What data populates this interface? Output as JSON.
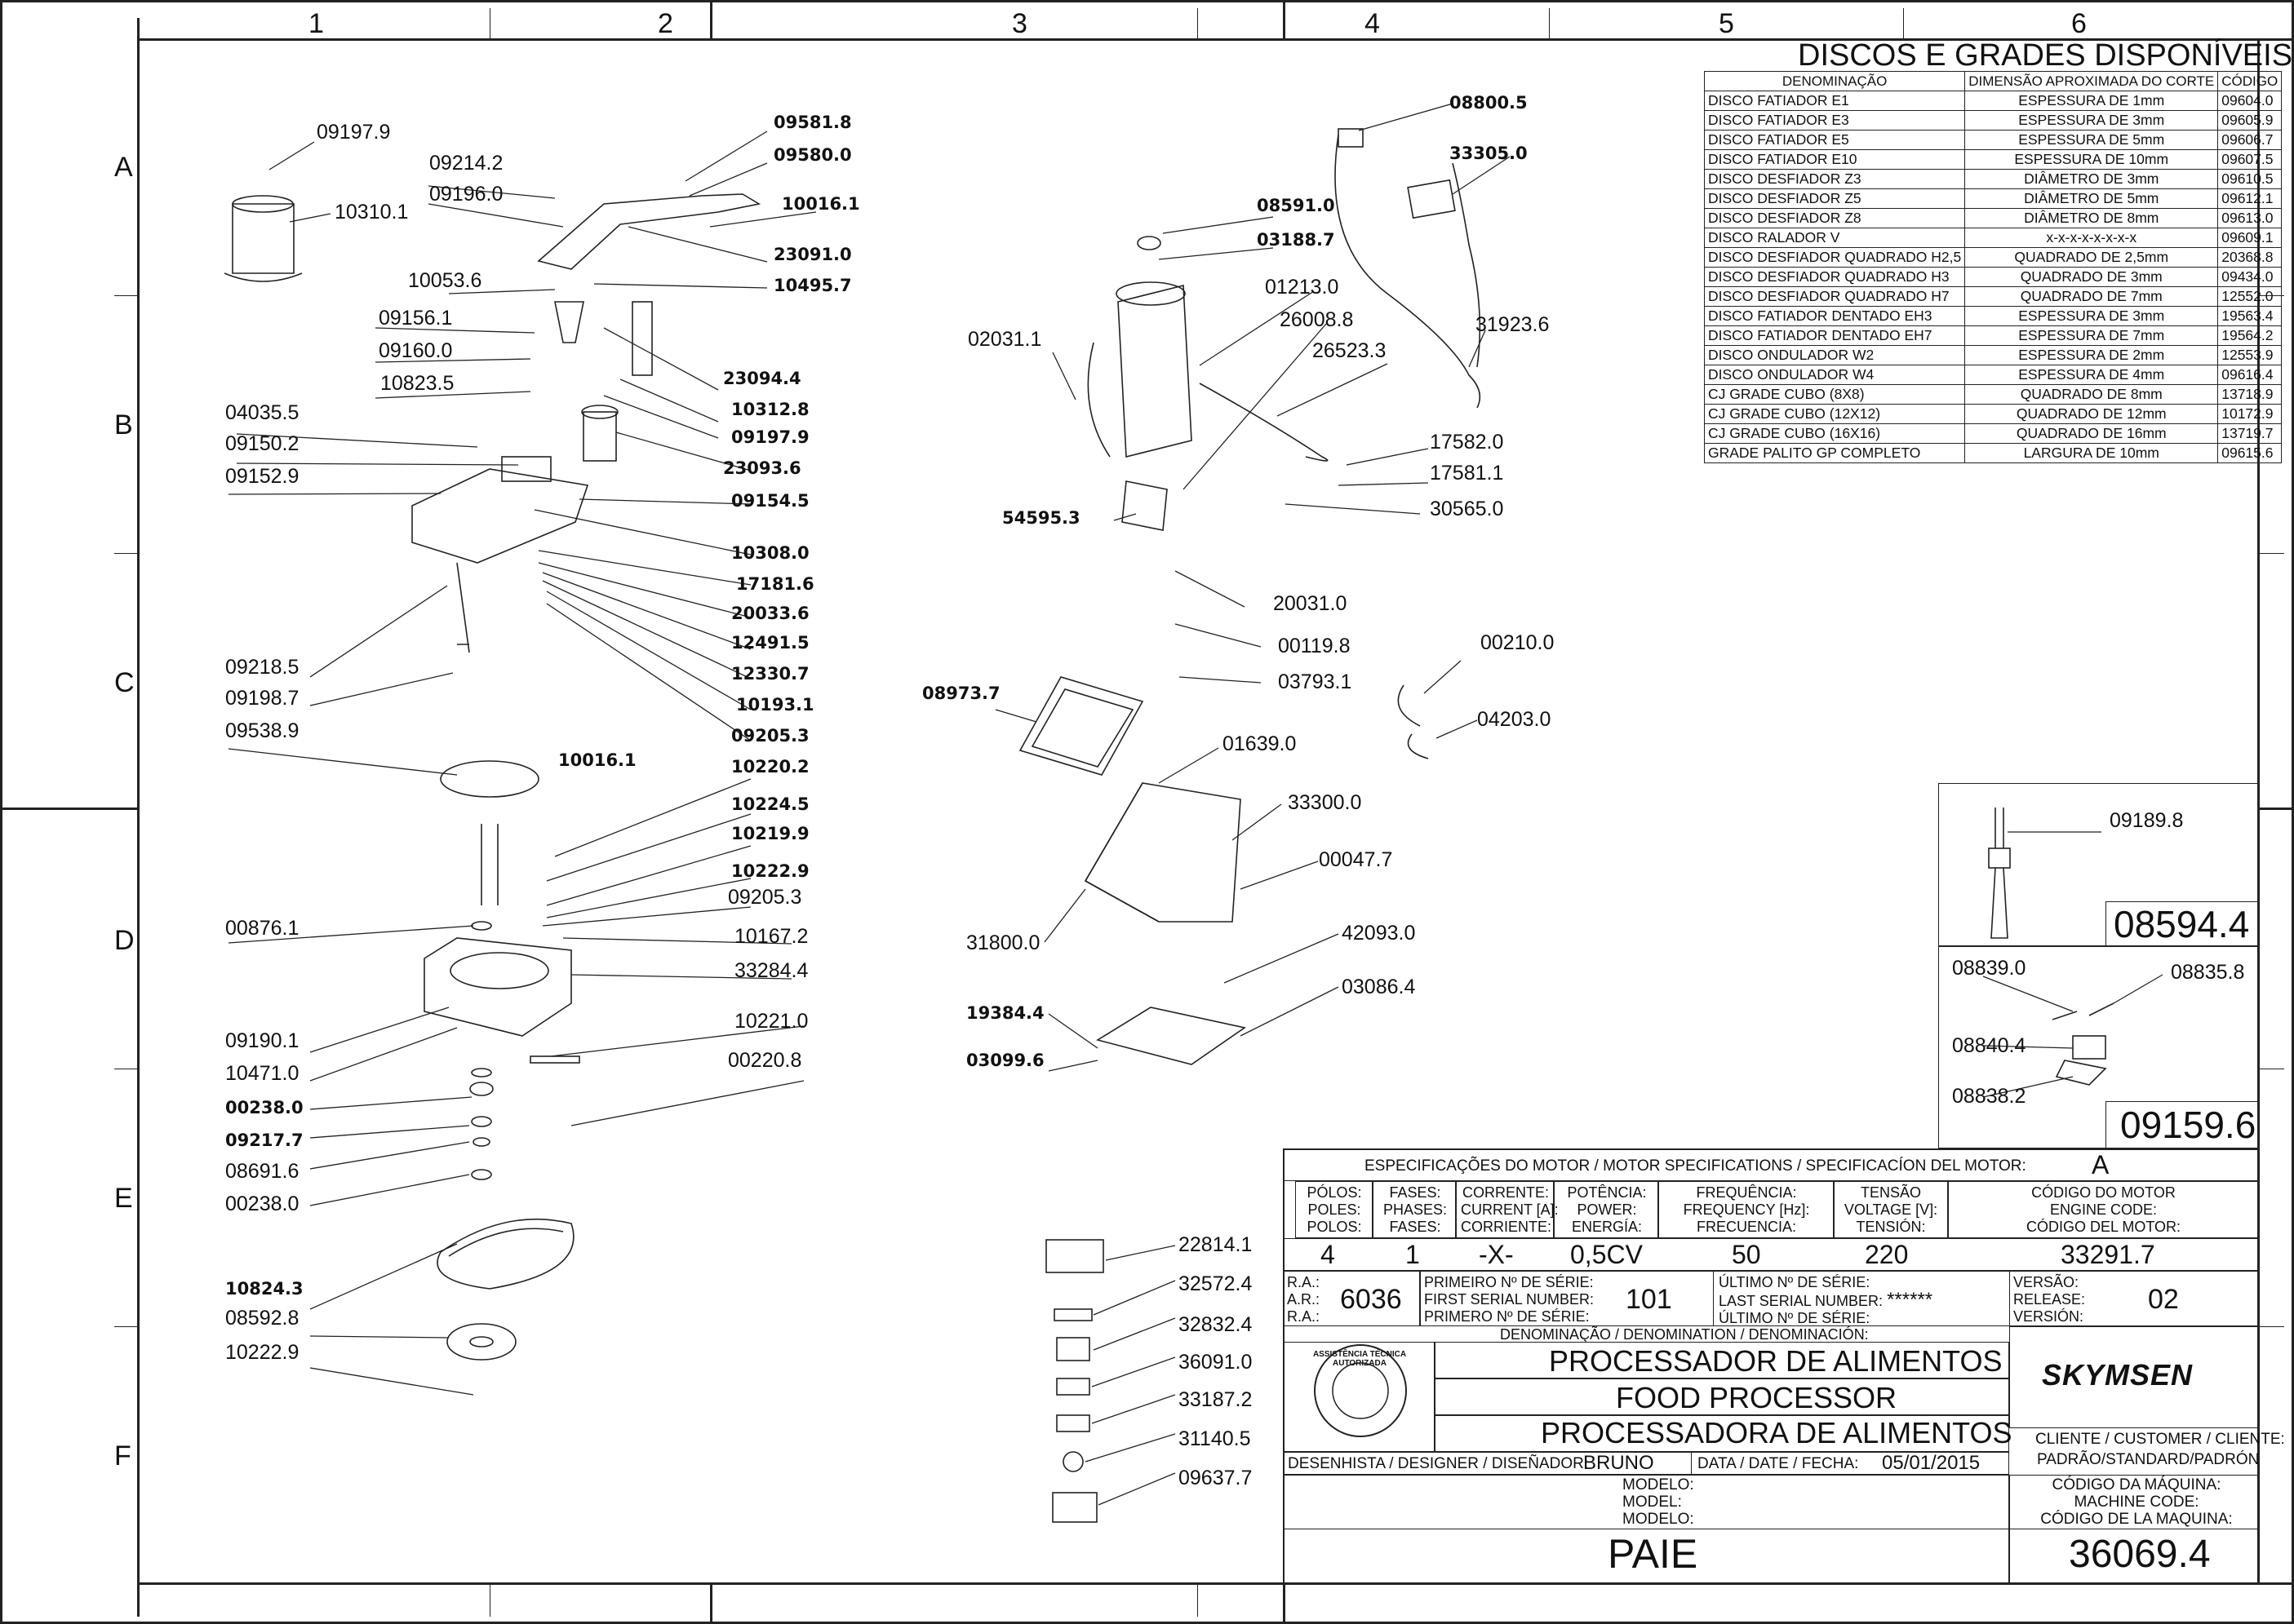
{
  "grid": {
    "columns": [
      "1",
      "2",
      "3",
      "4",
      "5",
      "6"
    ],
    "rows": [
      "A",
      "B",
      "C",
      "D",
      "E",
      "F"
    ]
  },
  "discos": {
    "title": "DISCOS E GRADES DISPONÍVEIS",
    "headers": [
      "DENOMINAÇÃO",
      "DIMENSÃO APROXIMADA DO CORTE",
      "CÓDIGO"
    ],
    "rows": [
      [
        "DISCO FATIADOR E1",
        "ESPESSURA DE 1mm",
        "09604.0"
      ],
      [
        "DISCO FATIADOR E3",
        "ESPESSURA DE 3mm",
        "09605.9"
      ],
      [
        "DISCO FATIADOR E5",
        "ESPESSURA DE 5mm",
        "09606.7"
      ],
      [
        "DISCO FATIADOR E10",
        "ESPESSURA DE 10mm",
        "09607.5"
      ],
      [
        "DISCO DESFIADOR Z3",
        "DIÂMETRO DE 3mm",
        "09610.5"
      ],
      [
        "DISCO DESFIADOR Z5",
        "DIÂMETRO DE 5mm",
        "09612.1"
      ],
      [
        "DISCO DESFIADOR Z8",
        "DIÂMETRO DE 8mm",
        "09613.0"
      ],
      [
        "DISCO RALADOR V",
        "x-x-x-x-x-x-x-x",
        "09609.1"
      ],
      [
        "DISCO DESFIADOR QUADRADO H2,5",
        "QUADRADO DE 2,5mm",
        "20368.8"
      ],
      [
        "DISCO DESFIADOR QUADRADO H3",
        "QUADRADO DE 3mm",
        "09434.0"
      ],
      [
        "DISCO DESFIADOR QUADRADO H7",
        "QUADRADO DE 7mm",
        "12552.0"
      ],
      [
        "DISCO FATIADOR DENTADO EH3",
        "ESPESSURA DE 3mm",
        "19563.4"
      ],
      [
        "DISCO FATIADOR DENTADO EH7",
        "ESPESSURA DE 7mm",
        "19564.2"
      ],
      [
        "DISCO ONDULADOR W2",
        "ESPESSURA DE 2mm",
        "12553.9"
      ],
      [
        "DISCO ONDULADOR W4",
        "ESPESSURA DE 4mm",
        "09616.4"
      ],
      [
        "CJ GRADE CUBO (8X8)",
        "QUADRADO DE 8mm",
        "13718.9"
      ],
      [
        "CJ GRADE CUBO (12X12)",
        "QUADRADO DE 12mm",
        "10172.9"
      ],
      [
        "CJ GRADE CUBO (16X16)",
        "QUADRADO DE 16mm",
        "13719.7"
      ],
      [
        "GRADE PALITO GP COMPLETO",
        "LARGURA DE 10mm",
        "09615.6"
      ]
    ]
  },
  "parts_left": [
    "09197.9",
    "10310.1",
    "09214.2",
    "09196.0",
    "09581.8",
    "09580.0",
    "10016.1",
    "23091.0",
    "10495.7",
    "10053.6",
    "09156.1",
    "09160.0",
    "10823.5",
    "23094.4",
    "10312.8",
    "09197.9",
    "04035.5",
    "09150.2",
    "09152.9",
    "23093.6",
    "09154.5",
    "10308.0",
    "17181.6",
    "20033.6",
    "12491.5",
    "12330.7",
    "10193.1",
    "09205.3",
    "09218.5",
    "09198.7",
    "09538.9",
    "10016.1",
    "10220.2",
    "10224.5",
    "10219.9",
    "10222.9",
    "09205.3",
    "00876.1",
    "10167.2",
    "33284.4",
    "10221.0",
    "09190.1",
    "10471.0",
    "00220.8",
    "00238.0",
    "09217.7",
    "08691.6",
    "00238.0",
    "10824.3",
    "08592.8",
    "10222.9"
  ],
  "parts_middle": [
    "08800.5",
    "33305.0",
    "08591.0",
    "03188.7",
    "01213.0",
    "26008.8",
    "02031.1",
    "26523.3",
    "31923.6",
    "17582.0",
    "17581.1",
    "54595.3",
    "30565.0",
    "20031.0",
    "00119.8",
    "03793.1",
    "00210.0",
    "04203.0",
    "08973.7",
    "01639.0",
    "33300.0",
    "00047.7",
    "31800.0",
    "42093.0",
    "03086.4",
    "19384.4",
    "03099.6",
    "22814.1",
    "32572.4",
    "32832.4",
    "36091.0",
    "33187.2",
    "31140.5",
    "09637.7"
  ],
  "detail_boxes": {
    "box1": {
      "part": "09189.8",
      "code": "08594.4"
    },
    "box2": {
      "parts": [
        "08839.0",
        "08835.8",
        "08840.4",
        "08838.2"
      ],
      "code": "09159.6"
    }
  },
  "motor": {
    "spec_title": "ESPECIFICAÇÕES DO MOTOR / MOTOR SPECIFICATIONS / SPECIFICACÍON DEL MOTOR:",
    "spec_value": "A",
    "headers": {
      "poles": [
        "PÓLOS:",
        "POLES:",
        "POLOS:"
      ],
      "phases": [
        "FASES:",
        "PHASES:",
        "FASES:"
      ],
      "current": [
        "CORRENTE:",
        "CURRENT [A]:",
        "CORRIENTE:"
      ],
      "power": [
        "POTÊNCIA:",
        "POWER:",
        "ENERGÍA:"
      ],
      "freq": [
        "FREQUÊNCIA:",
        "FREQUENCY [Hz]:",
        "FRECUENCIA:"
      ],
      "voltage": [
        "TENSÃO",
        "VOLTAGE [V]:",
        "TENSIÓN:"
      ],
      "engine": [
        "CÓDIGO DO MOTOR",
        "ENGINE CODE:",
        "CÓDIGO DEL MOTOR:"
      ]
    },
    "values": {
      "poles": "4",
      "phases": "1",
      "current": "-X-",
      "power": "0,5CV",
      "freq": "50",
      "voltage": "220",
      "engine": "33291.7"
    }
  },
  "titleblock": {
    "ra_labels": [
      "R.A.:",
      "A.R.:",
      "R.A.:"
    ],
    "ra_value": "6036",
    "first_serial_labels": [
      "PRIMEIRO Nº DE SÉRIE:",
      "FIRST SERIAL NUMBER:",
      "PRIMERO Nº DE SÉRIE:"
    ],
    "first_serial": "101",
    "last_serial_labels": [
      "ÚLTIMO Nº DE SÉRIE:",
      "LAST SERIAL NUMBER:",
      "ÚLTIMO Nº DE SÉRIE:"
    ],
    "last_serial": "******",
    "version_labels": [
      "VERSÃO:",
      "RELEASE:",
      "VERSIÓN:"
    ],
    "version": "02",
    "denomination_label": "DENOMINAÇÃO / DENOMINATION / DENOMINACIÓN:",
    "names": [
      "PROCESSADOR DE ALIMENTOS",
      "FOOD PROCESSOR",
      "PROCESSADORA DE ALIMENTOS"
    ],
    "brand": "SKYMSEN",
    "designer_label": "DESENHISTA / DESIGNER / DISEÑADOR:",
    "designer": "BRUNO",
    "date_label": "DATA / DATE / FECHA:",
    "date": "05/01/2015",
    "client_label": "CLIENTE / CUSTOMER / CLIENTE:",
    "client": "PADRÃO/STANDARD/PADRÓN",
    "model_labels": [
      "MODELO:",
      "MODEL:",
      "MODELO:"
    ],
    "model": "PAIE",
    "machine_code_labels": [
      "CÓDIGO DA MÁQUINA:",
      "MACHINE CODE:",
      "CÓDIGO DE LA MAQUINA:"
    ],
    "machine_code": "36069.4",
    "seal_text": "ASSISTÊNCIA TÉCNICA AUTORIZADA"
  }
}
